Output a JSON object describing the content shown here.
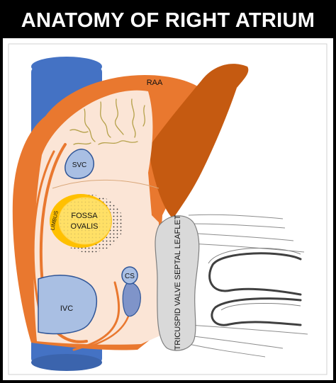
{
  "title": "ANATOMY OF RIGHT ATRIUM",
  "labels": {
    "raa": "RAA",
    "svc": "SVC",
    "fossa_line1": "FOSSA",
    "fossa_line2": "OVALIS",
    "limbus": "LIMBUS",
    "cs": "CS",
    "ivc": "IVC",
    "tricuspid": "TRICUSPID  VALVE SEPTAL LEAFLET"
  },
  "colors": {
    "vein_blue": "#4472c4",
    "orifice_blue": "#a9bfe3",
    "orange": "#e9782f",
    "dark_orange": "#c55a11",
    "atrium_fill": "#fbe5d6",
    "fossa_yellow": "#ffe066",
    "limbus_yellow": "#ffc000",
    "leaflet_gray": "#d9d9d9"
  }
}
